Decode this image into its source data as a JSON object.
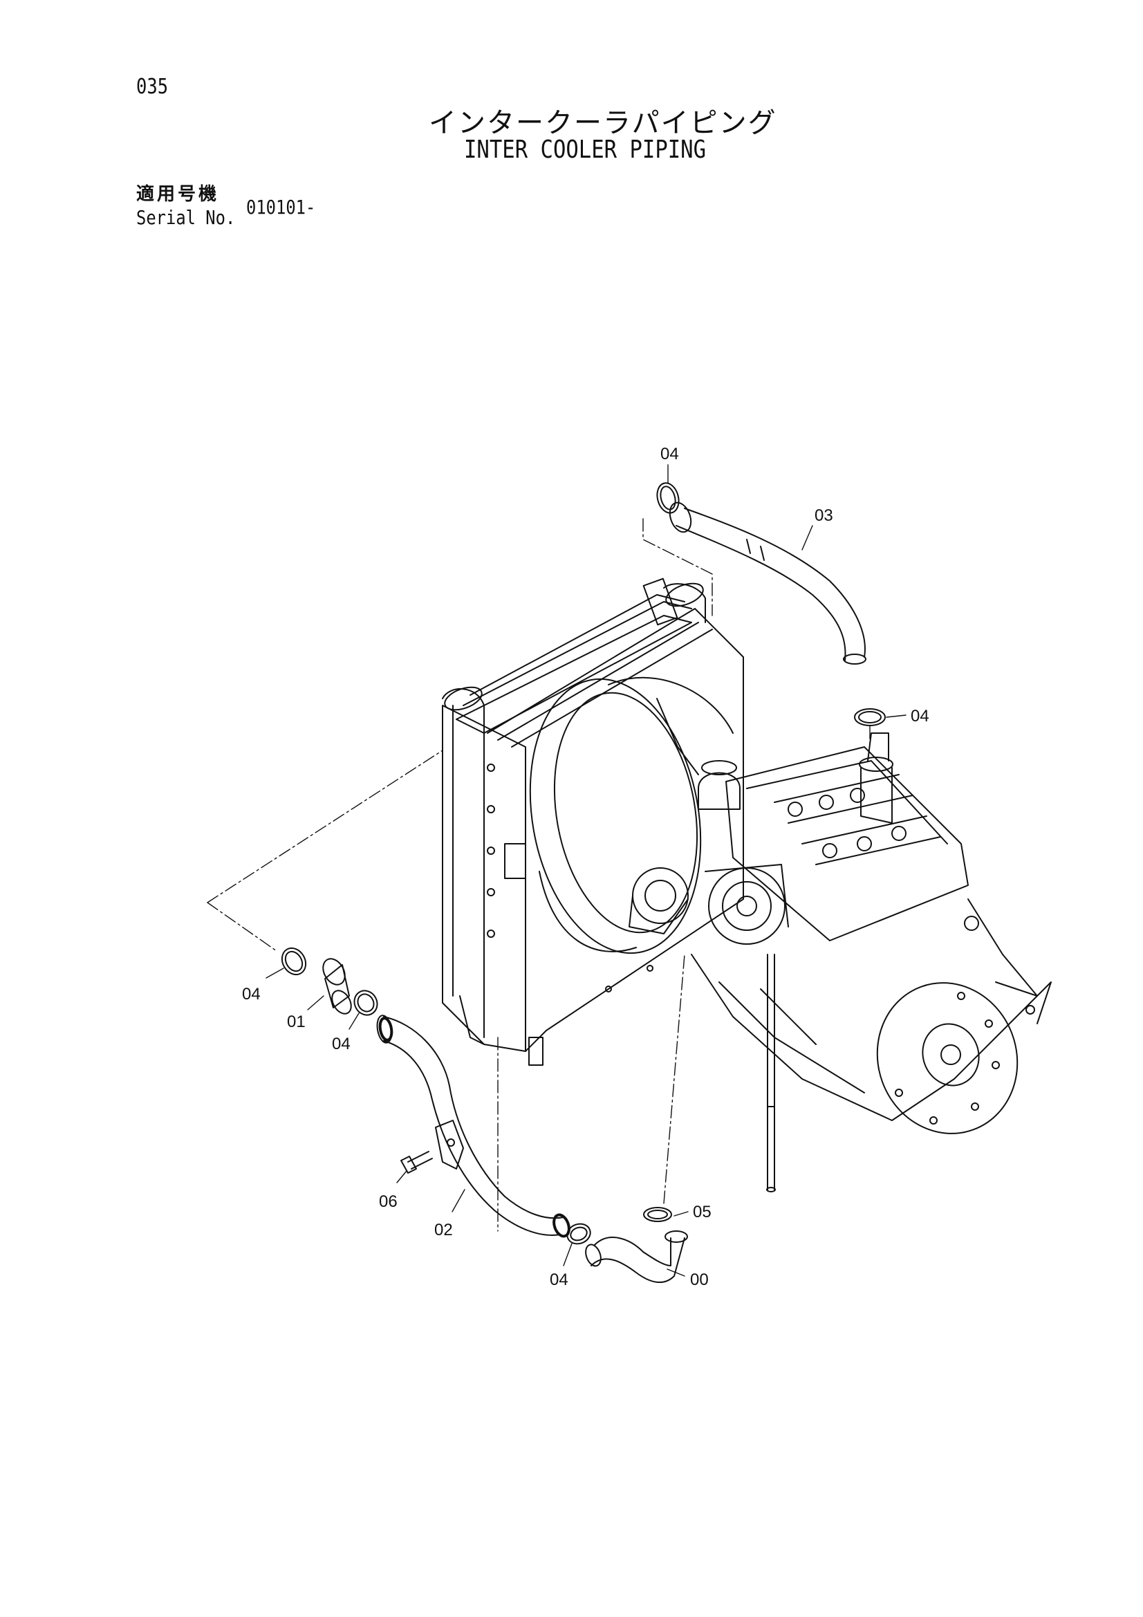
{
  "header": {
    "page_number": "035",
    "title_jp": "インタークーラパイピング",
    "title_en": "INTER COOLER PIPING",
    "serial_label_jp": "適用号機",
    "serial_label_en": "Serial No.",
    "serial_value": "010101-"
  },
  "callouts": {
    "c04_top": "04",
    "c03": "03",
    "c04_right": "04",
    "c04_left": "04",
    "c01": "01",
    "c04_mid": "04",
    "c06": "06",
    "c02": "02",
    "c05": "05",
    "c04_bottom": "04",
    "c00": "00"
  }
}
